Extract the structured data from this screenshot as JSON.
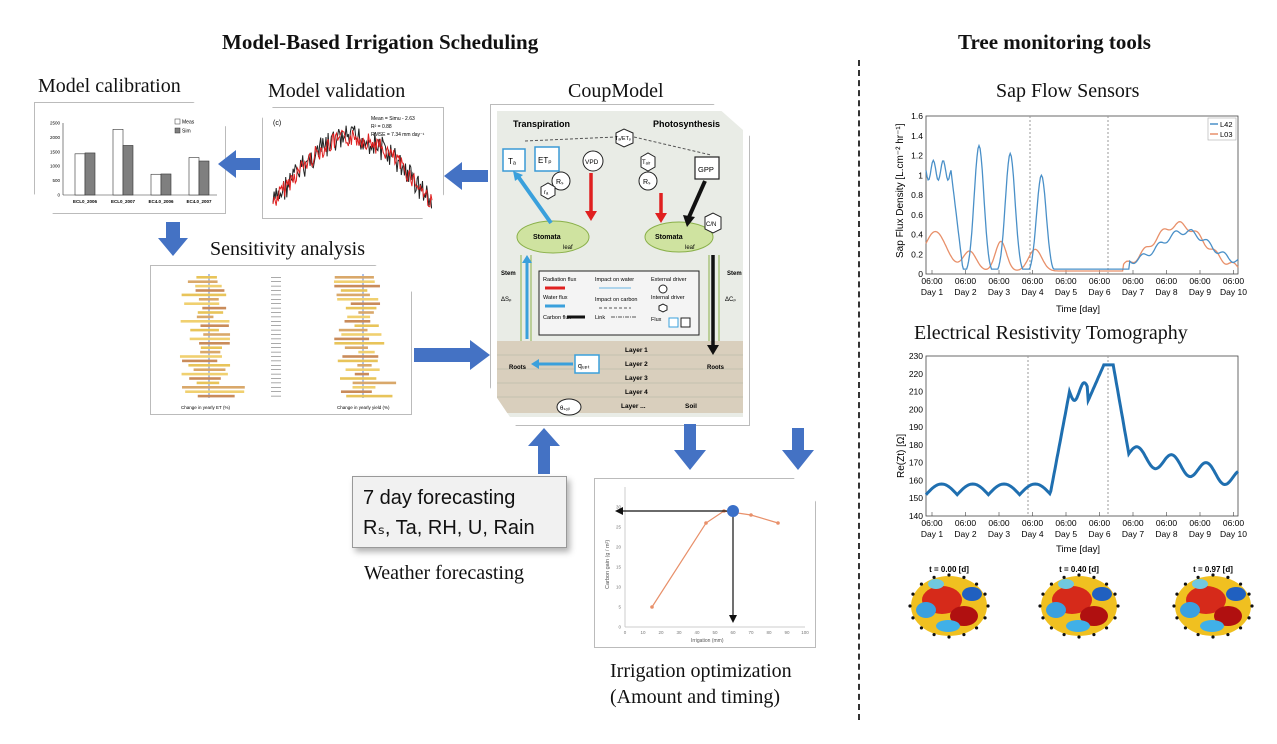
{
  "left_header": "Model-Based Irrigation Scheduling",
  "right_header": "Tree monitoring tools",
  "calibration": {
    "title": "Model calibration",
    "legend": [
      "Meas",
      "Sim"
    ],
    "categories": [
      "ECL0_2006",
      "ECL0_2007",
      "EC4.0_2006",
      "EC4.0_2007"
    ],
    "meas": [
      1430,
      2280,
      720,
      1300
    ],
    "sim": [
      1460,
      1720,
      730,
      1180
    ],
    "yticks": [
      "0",
      "500",
      "1000",
      "1500",
      "2000",
      "2500"
    ]
  },
  "validation": {
    "title": "Model validation",
    "panel": "(c)",
    "stats": [
      "Mean = Simu - 2.63",
      "R² = 0.88",
      "RMSE = 7.34 mm day⁻¹"
    ]
  },
  "sensitivity": {
    "title": "Sensitivity analysis",
    "xlabel_left": "Change in yearly ET (%)",
    "xlabel_right": "Change in yearly yield (%)"
  },
  "coupmodel": {
    "title": "CoupModel",
    "transpiration": "Transpiration",
    "photosynthesis": "Photosynthesis",
    "nodes": {
      "ta": "Tₐ",
      "etp": "ETₚ",
      "vpd": "VPD",
      "rs1": "Rₛ",
      "tair": "Tₐᵢᵣ",
      "rs2": "Rₛ",
      "gpp": "GPP",
      "ratio": "Tₐ/ETₚ",
      "rb": "rₐ",
      "cn": "C/N",
      "stomata1": "Stomata",
      "leaf1": "leaf",
      "stomata2": "Stomata",
      "leaf2": "leaf",
      "stem1": "Stem",
      "stem2": "Stem",
      "dsp": "ΔSₚ",
      "dcp": "ΔCₚ",
      "roots1": "Roots",
      "roots2": "Roots",
      "qupt": "qᵤₚₜ",
      "theta": "θₛₒᵢₗ"
    },
    "legend": {
      "radiation": "Radiation flux",
      "water": "Water flux",
      "carbon": "Carbon flux",
      "imp_water": "Impact on water",
      "imp_carbon": "Impact on carbon",
      "link": "Link",
      "external": "External driver",
      "internal": "Internal driver",
      "flux": "Flux"
    },
    "layers": [
      "Layer 1",
      "Layer 2",
      "Layer 3",
      "Layer 4",
      "Layer ..."
    ],
    "soil": "Soil"
  },
  "forecast_box": {
    "line1": "7 day forecasting",
    "line2": "Rₛ, Ta, RH, U, Rain"
  },
  "weather_caption": "Weather forecasting",
  "optimization": {
    "caption1": "Irrigation optimization",
    "caption2": "(Amount and timing)",
    "ylabel": "Carbon gain (g / m²)",
    "xlabel": "Irrigation (mm)"
  },
  "sapflow": {
    "title": "Sap Flow Sensors",
    "ylabel": "Sap Flux Density [L.cm⁻² hr⁻¹]",
    "xlabel": "Time [day]",
    "yticks": [
      "0",
      "0.2",
      "0.4",
      "0.6",
      "0.8",
      "1",
      "1.2",
      "1.4",
      "1.6"
    ],
    "series": [
      "L42",
      "L03"
    ],
    "time_ticks": [
      "06:00",
      "06:00",
      "06:00",
      "06:00",
      "06:00",
      "06:00",
      "06:00",
      "06:00",
      "06:00",
      "06:00"
    ],
    "day_ticks": [
      "Day 1",
      "Day 2",
      "Day 3",
      "Day 4",
      "Day 5",
      "Day 6",
      "Day 7",
      "Day 8",
      "Day 9",
      "Day 10"
    ]
  },
  "ert": {
    "title": "Electrical Resistivity Tomography",
    "ylabel": "Re(Zt) [Ω]",
    "xlabel": "Time [day]",
    "yticks": [
      "140",
      "150",
      "160",
      "170",
      "180",
      "190",
      "200",
      "210",
      "220",
      "230"
    ],
    "time_ticks": [
      "06:00",
      "06:00",
      "06:00",
      "06:00",
      "06:00",
      "06:00",
      "06:00",
      "06:00",
      "06:00",
      "06:00"
    ],
    "day_ticks": [
      "Day 1",
      "Day 2",
      "Day 3",
      "Day 4",
      "Day 5",
      "Day 6",
      "Day 7",
      "Day 8",
      "Day 9",
      "Day 10"
    ],
    "maps": [
      "t = 0.00 [d]",
      "t = 0.40 [d]",
      "t = 0.97 [d]"
    ]
  },
  "colors": {
    "arrow": "#4472c4",
    "meas": "#ffffff",
    "sim": "#7f7f7f",
    "red": "#e02020",
    "blue_series": "#4a90c8",
    "orange_series": "#e8906a",
    "ert_line": "#1f6fb0"
  }
}
